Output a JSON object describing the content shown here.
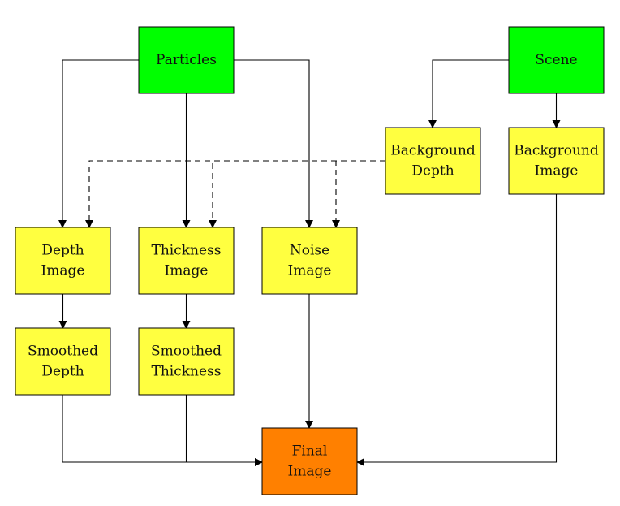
{
  "colors": {
    "source": "#00ff00",
    "intermediate": "#ffff40",
    "output": "#ff8000"
  },
  "nodes": {
    "particles": {
      "lines": [
        "Particles"
      ],
      "kind": "source"
    },
    "scene": {
      "lines": [
        "Scene"
      ],
      "kind": "source"
    },
    "background_depth": {
      "lines": [
        "Background",
        "Depth"
      ],
      "kind": "intermediate"
    },
    "background_image": {
      "lines": [
        "Background",
        "Image"
      ],
      "kind": "intermediate"
    },
    "depth_image": {
      "lines": [
        "Depth",
        "Image"
      ],
      "kind": "intermediate"
    },
    "thickness_image": {
      "lines": [
        "Thickness",
        "Image"
      ],
      "kind": "intermediate"
    },
    "noise_image": {
      "lines": [
        "Noise",
        "Image"
      ],
      "kind": "intermediate"
    },
    "smoothed_depth": {
      "lines": [
        "Smoothed",
        "Depth"
      ],
      "kind": "intermediate"
    },
    "smoothed_thickness": {
      "lines": [
        "Smoothed",
        "Thickness"
      ],
      "kind": "intermediate"
    },
    "final_image": {
      "lines": [
        "Final",
        "Image"
      ],
      "kind": "output"
    }
  },
  "edges": [
    {
      "from": "particles",
      "to": "depth_image",
      "style": "solid"
    },
    {
      "from": "particles",
      "to": "thickness_image",
      "style": "solid"
    },
    {
      "from": "particles",
      "to": "noise_image",
      "style": "solid"
    },
    {
      "from": "scene",
      "to": "background_depth",
      "style": "solid"
    },
    {
      "from": "scene",
      "to": "background_image",
      "style": "solid"
    },
    {
      "from": "background_depth",
      "to": "depth_image",
      "style": "dashed"
    },
    {
      "from": "background_depth",
      "to": "thickness_image",
      "style": "dashed"
    },
    {
      "from": "background_depth",
      "to": "noise_image",
      "style": "dashed"
    },
    {
      "from": "depth_image",
      "to": "smoothed_depth",
      "style": "solid"
    },
    {
      "from": "thickness_image",
      "to": "smoothed_thickness",
      "style": "solid"
    },
    {
      "from": "noise_image",
      "to": "final_image",
      "style": "solid"
    },
    {
      "from": "smoothed_depth",
      "to": "final_image",
      "style": "solid"
    },
    {
      "from": "smoothed_thickness",
      "to": "final_image",
      "style": "solid"
    },
    {
      "from": "background_image",
      "to": "final_image",
      "style": "solid"
    }
  ]
}
